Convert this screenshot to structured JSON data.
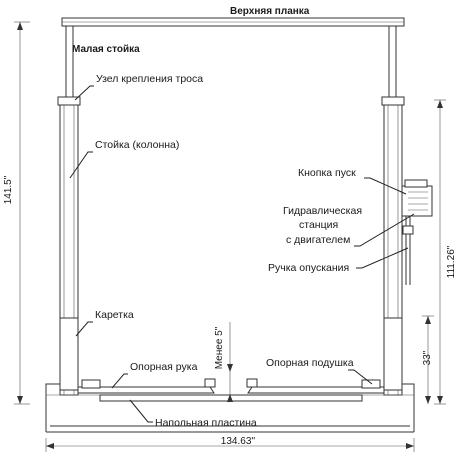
{
  "labels": {
    "top_bar": "Верхняя планка",
    "small_post": "Малая стойка",
    "cable_node": "Узел крепления троса",
    "column": "Стойка (колонна)",
    "start_button": "Кнопка пуск",
    "hydraulic_1": "Гидравлическая",
    "hydraulic_2": "станция",
    "hydraulic_3": "с двигателем",
    "lowering_handle": "Ручка опускания",
    "carriage": "Каретка",
    "less_5": "Менее 5\"",
    "support_arm": "Опорная рука",
    "support_pad": "Опорная подушка",
    "floor_plate": "Напольная пластина"
  },
  "dimensions": {
    "height_total": "141.5\"",
    "height_to_top": "111.26\"",
    "height_lower": "33\"",
    "width_total": "134.63''"
  }
}
